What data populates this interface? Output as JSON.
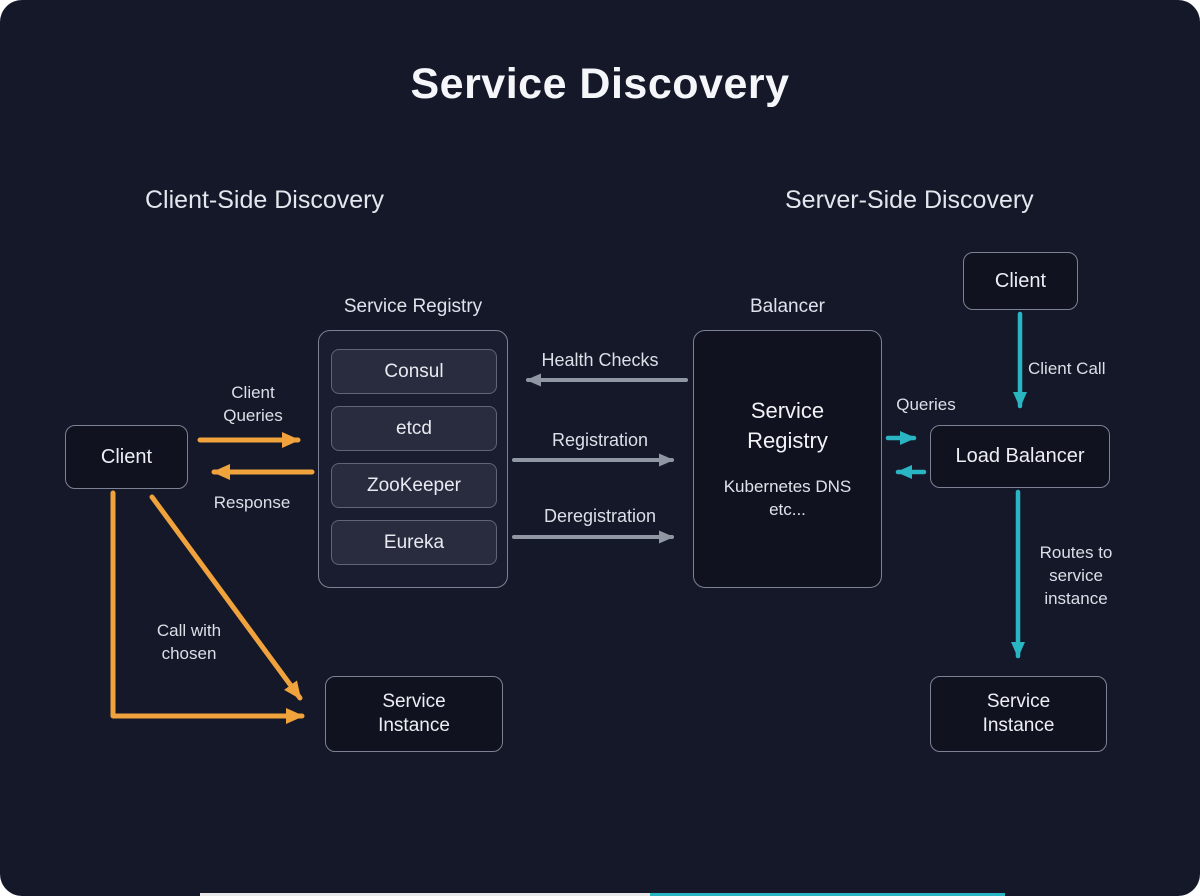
{
  "title": "Service Discovery",
  "headings": {
    "client_side": "Client-Side Discovery",
    "server_side": "Server-Side Discovery"
  },
  "client_side": {
    "client_label": "Client",
    "registry_title": "Service Registry",
    "registry_items": [
      "Consul",
      "etcd",
      "ZooKeeper",
      "Eureka"
    ],
    "service_instance_label": "Service Instance",
    "arrows": {
      "client_queries": "Client Queries",
      "response": "Response",
      "call_with_chosen": "Call with chosen"
    }
  },
  "middle_arrows": {
    "health_checks": "Health Checks",
    "registration": "Registration",
    "deregistration": "Deregistration"
  },
  "server_side": {
    "balancer_title": "Balancer",
    "registry_box": {
      "title": "Service Registry",
      "subtitle": "Kubernetes DNS etc..."
    },
    "client_label": "Client",
    "load_balancer_label": "Load Balancer",
    "service_instance_label": "Service Instance",
    "arrows": {
      "client_call": "Client Call",
      "queries": "Queries",
      "routes": "Routes to service instance"
    }
  },
  "colors": {
    "background": "#141828",
    "box_border": "#7c8193",
    "orange": "#f0a23c",
    "teal": "#2ab5c3",
    "gray_arrow": "#9196a3"
  }
}
